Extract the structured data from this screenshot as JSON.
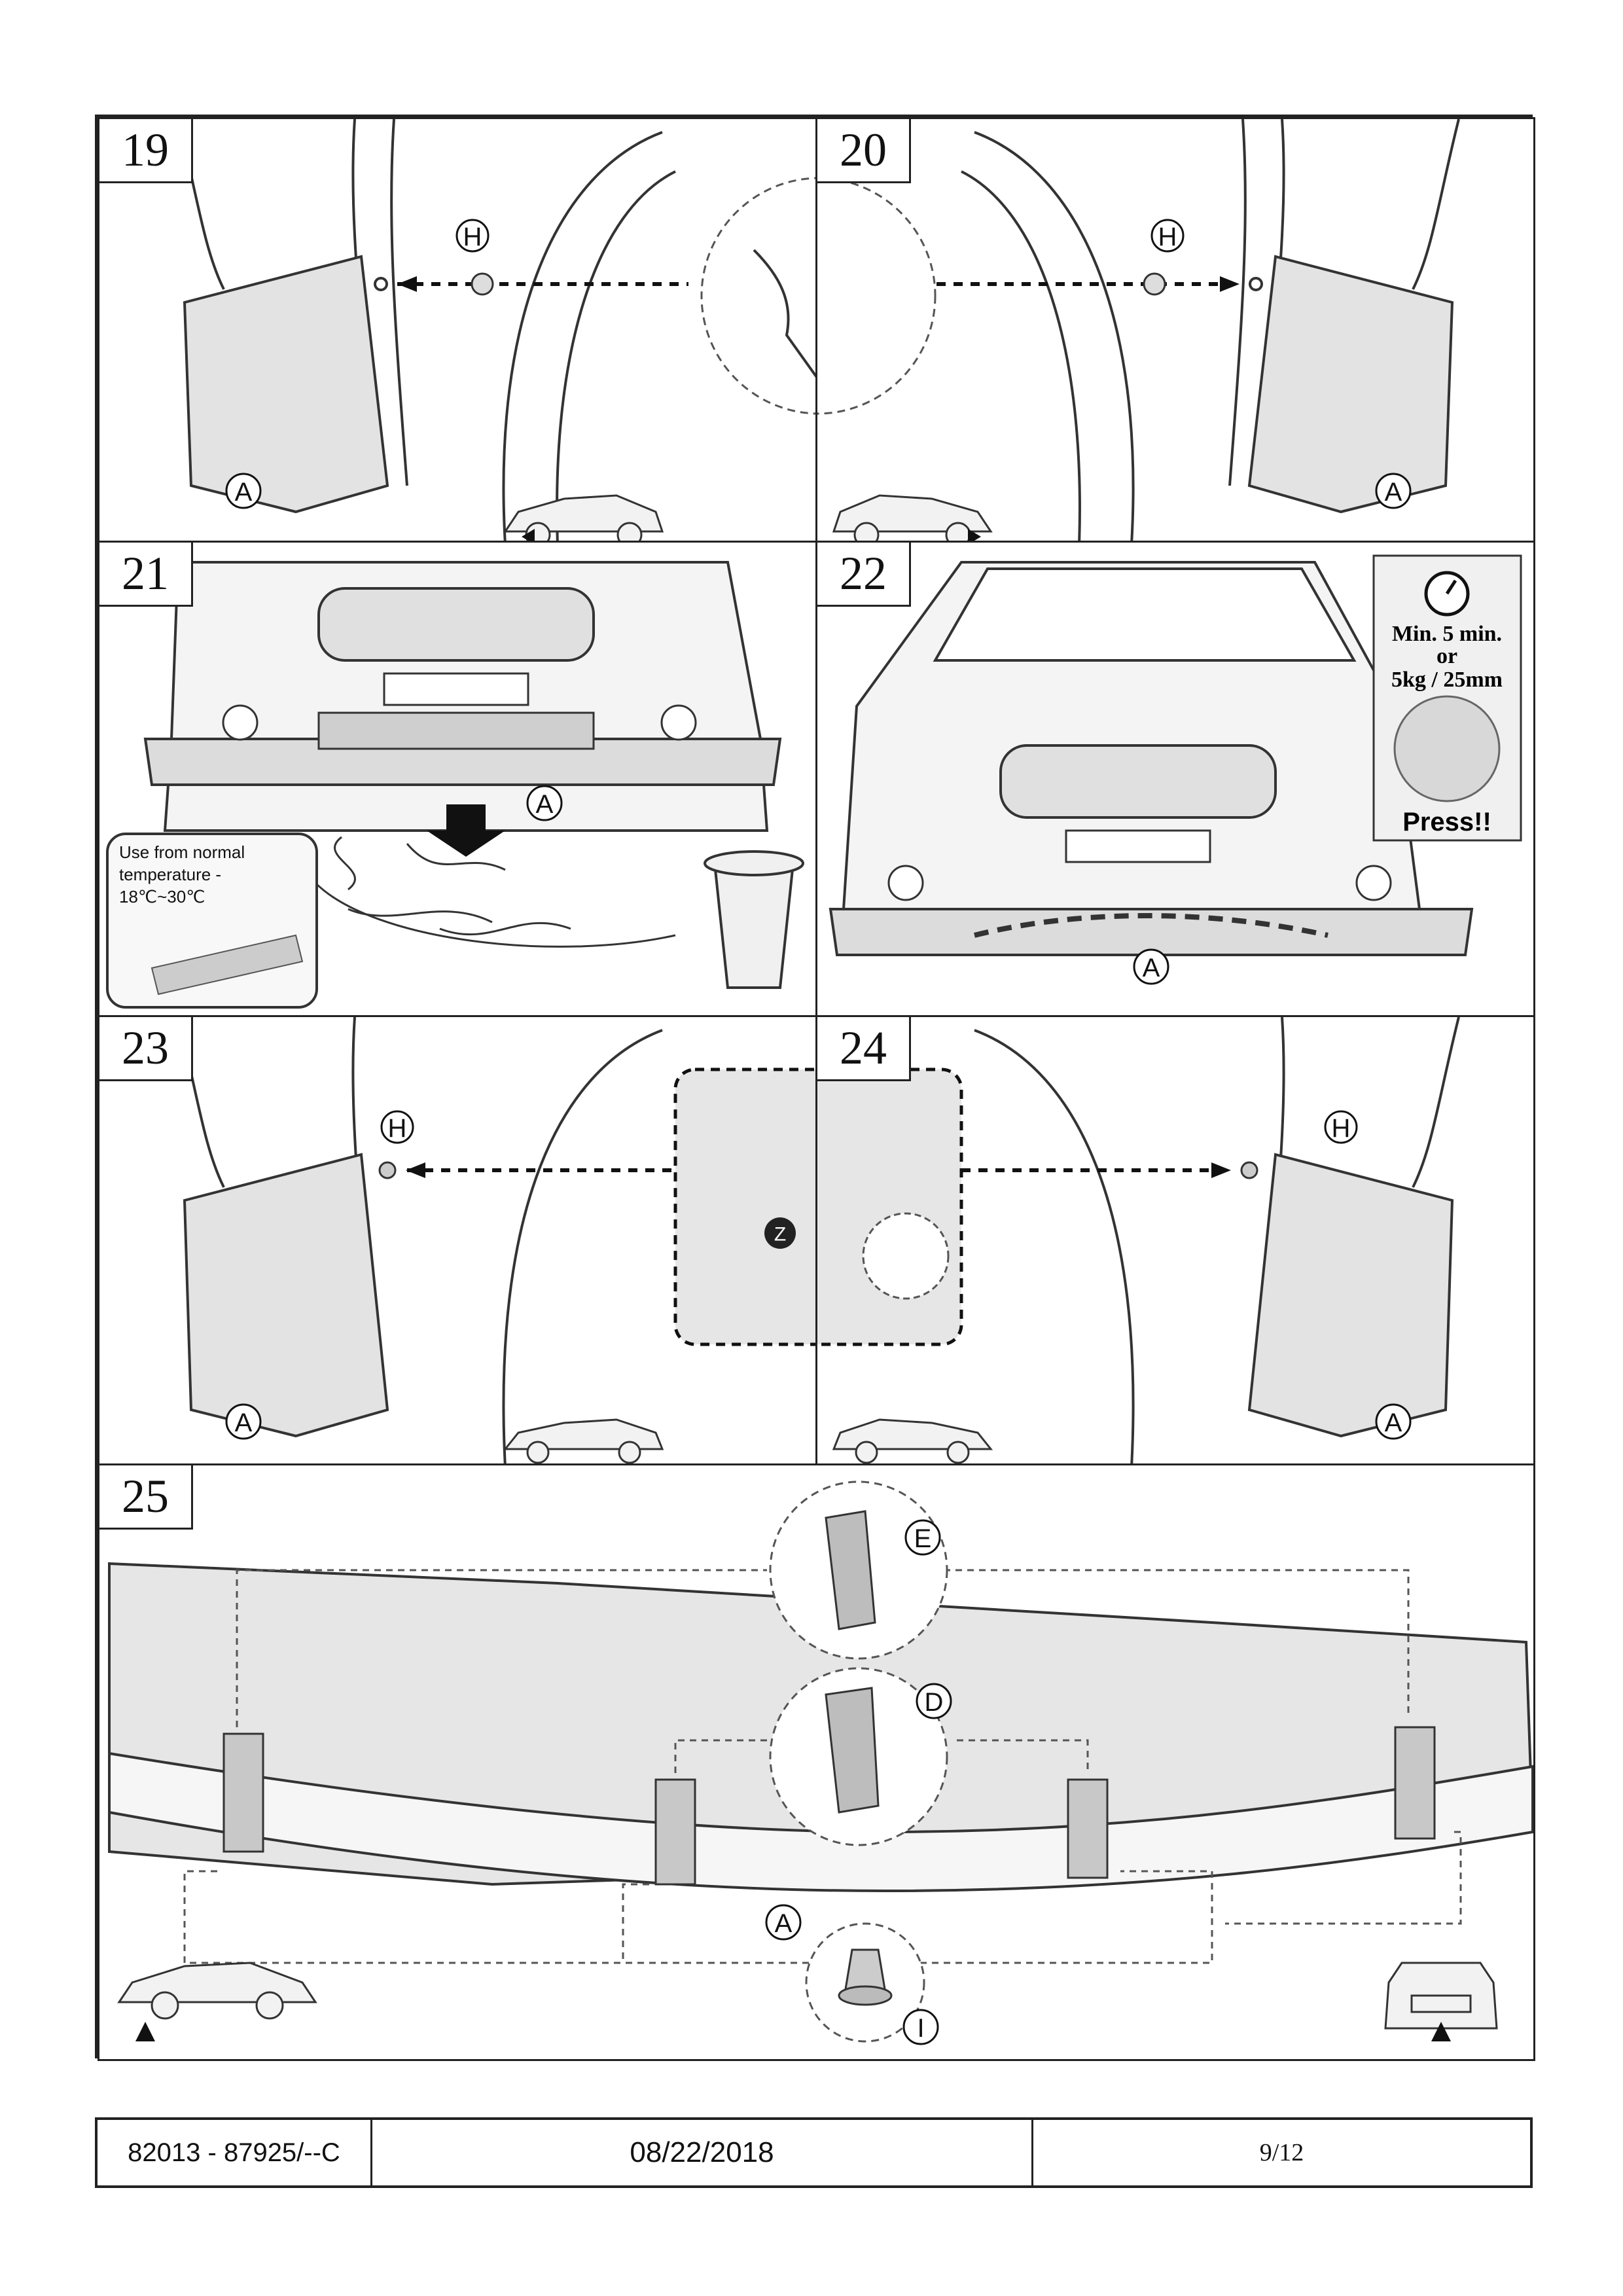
{
  "steps": {
    "s19": {
      "number": "19",
      "part_label": "A",
      "fastener_label": "H"
    },
    "s20": {
      "number": "20",
      "part_label": "A",
      "fastener_label": "H"
    },
    "s21": {
      "number": "21",
      "part_label": "A",
      "temp_note": [
        "Use from normal",
        "temperature -",
        "18℃~30℃"
      ]
    },
    "s22": {
      "number": "22",
      "part_label": "A",
      "time_line1": "Min.  5 min.",
      "time_or": "or",
      "time_line3": "5kg / 25mm",
      "press": "Press!!"
    },
    "s23": {
      "number": "23",
      "part_label": "A",
      "fastener_label": "H",
      "tool_label": "Z"
    },
    "s24": {
      "number": "24",
      "part_label": "A",
      "fastener_label": "H"
    },
    "s25": {
      "number": "25",
      "part_label": "A",
      "bracket_e_label": "E",
      "bracket_d_label": "D",
      "clip_label": "I"
    }
  },
  "footer": {
    "code": "82013 - 87925/--C",
    "date": "08/22/2018",
    "page": "9/12"
  }
}
